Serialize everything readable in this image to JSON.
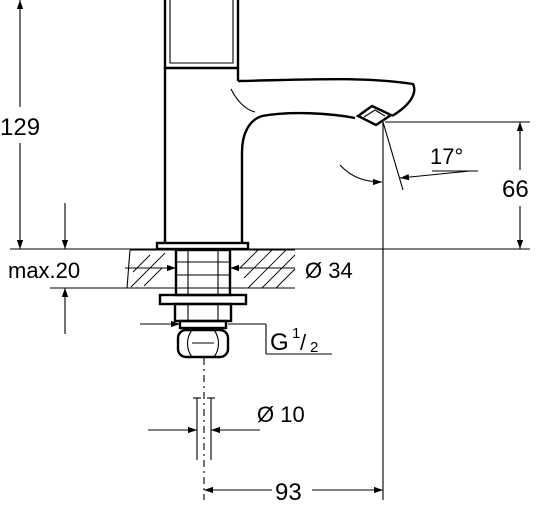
{
  "dimensions": {
    "height_total": "129",
    "spout_height": "66",
    "max_thickness": "max.20",
    "hole_diameter": "Ø 34",
    "thread": "G",
    "thread_num": "1",
    "thread_den": "2",
    "tail_diameter": "Ø 10",
    "reach": "93",
    "angle": "17°"
  }
}
